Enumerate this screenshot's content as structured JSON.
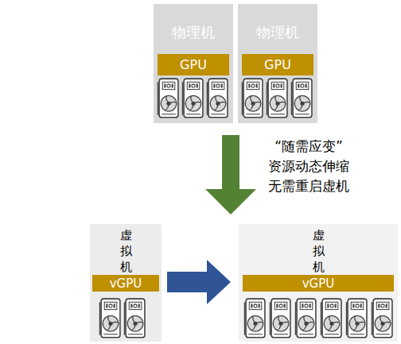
{
  "diagram": {
    "nodes": [
      {
        "text": [
          "物理机"
        ]
      },
      {
        "text": [
          "GPU"
        ],
        "in": 0
      },
      {
        "text": [
          "物理机"
        ]
      },
      {
        "text": [
          "GPU"
        ],
        "in": 2
      },
      {
        "text": [
          "虚 拟 机"
        ]
      },
      {
        "text": [
          "vGPU"
        ],
        "in": 4
      },
      {
        "text": [
          "虚 拟 机"
        ]
      },
      {
        "text": [
          "vGPU"
        ],
        "in": 6
      }
    ],
    "edges": [
      {
        "from": 4,
        "to": 6,
        "arrow": "to"
      }
    ],
    "labels": [
      "“随需应变” 资源动态伸缩 无需重启虚机"
    ]
  }
}
